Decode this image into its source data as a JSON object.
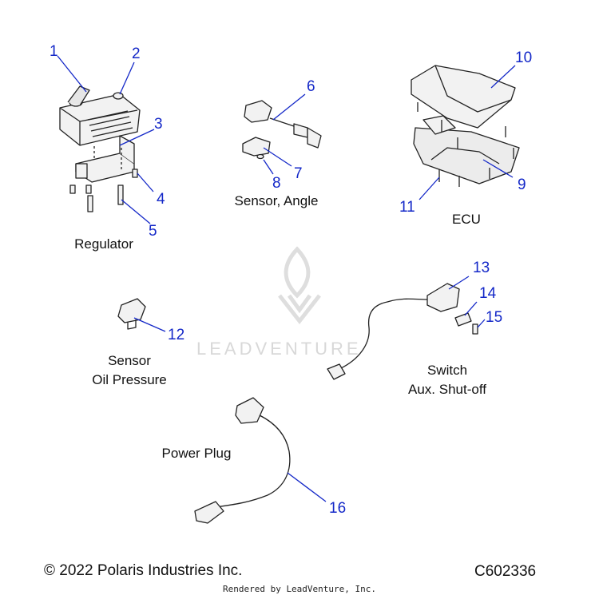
{
  "callouts": [
    "1",
    "2",
    "3",
    "4",
    "5",
    "6",
    "7",
    "8",
    "9",
    "10",
    "11",
    "12",
    "13",
    "14",
    "15",
    "16"
  ],
  "groups": {
    "regulator": "Regulator",
    "sensor_angle": "Sensor, Angle",
    "ecu": "ECU",
    "sensor_oil_pressure_line1": "Sensor",
    "sensor_oil_pressure_line2": "Oil Pressure",
    "switch_line1": "Switch",
    "switch_line2": "Aux. Shut-off",
    "power_plug": "Power Plug"
  },
  "footer": {
    "copyright": "© 2022 Polaris Industries Inc.",
    "diagram_id": "C602336",
    "rendered_by": "Rendered by LeadVenture, Inc."
  },
  "watermark": "LEADVENTURE",
  "colors": {
    "callout": "#1428c8",
    "line": "#1428c8",
    "part_stroke": "#222222",
    "part_fill": "#f2f2f2"
  }
}
